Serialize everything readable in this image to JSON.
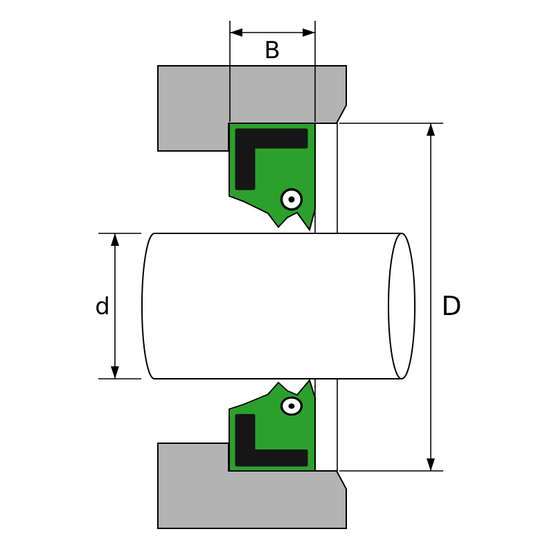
{
  "page": {
    "background": "#ffffff"
  },
  "diagram": {
    "name": "radial-shaft-seal-installation-cross-section",
    "labels": {
      "seal_width": "B",
      "shaft_diameter": "d",
      "outer_diameter": "D"
    },
    "colors": {
      "housing_gray": "#b3b3b3",
      "seal_green": "#2ba12b",
      "case_black": "#161616",
      "line_black": "#000000",
      "shaft_white": "#ffffff"
    }
  }
}
